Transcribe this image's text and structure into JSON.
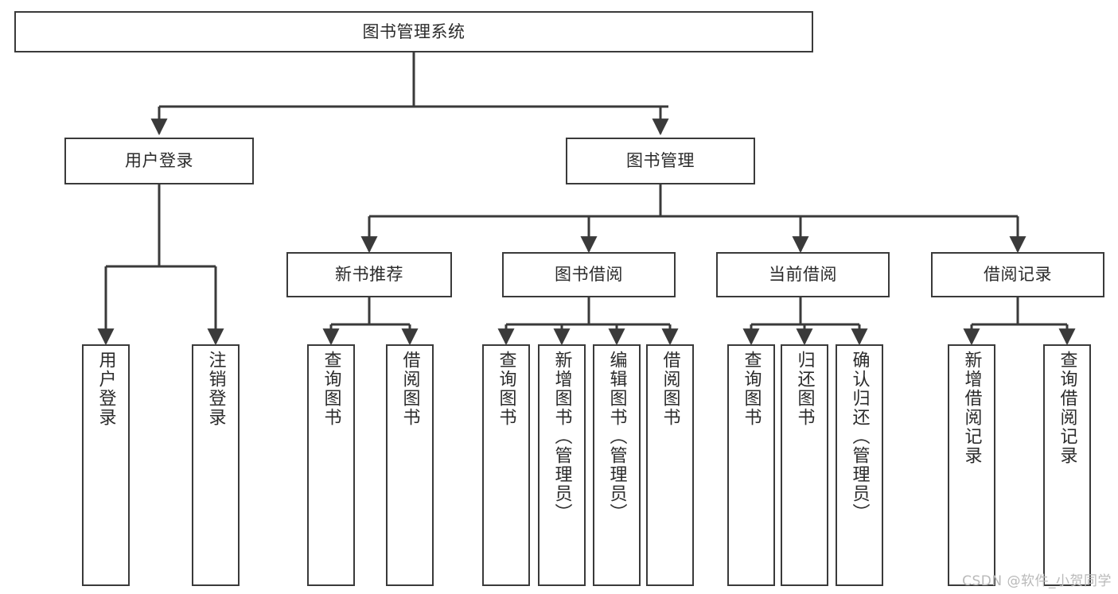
{
  "diagram": {
    "title": "图书管理系统",
    "type": "tree",
    "colors": {
      "background": "#ffffff",
      "border": "#3a3a3a",
      "text": "#2b2b2b",
      "connector": "#3a3a3a",
      "watermark": "#b9b9b9"
    },
    "nodes": {
      "root": {
        "label": "图书管理系统"
      },
      "level2": [
        {
          "label": "用户登录"
        },
        {
          "label": "图书管理"
        }
      ],
      "level3": [
        {
          "label": "新书推荐"
        },
        {
          "label": "图书借阅"
        },
        {
          "label": "当前借阅"
        },
        {
          "label": "借阅记录"
        }
      ],
      "leaves": {
        "user_login": [
          {
            "label": "用户登录"
          },
          {
            "label": "注销登录"
          }
        ],
        "new_book_recommend": [
          {
            "label": "查询图书"
          },
          {
            "label": "借阅图书"
          }
        ],
        "book_borrow": [
          {
            "label": "查询图书"
          },
          {
            "label": "新增图书（管理员）"
          },
          {
            "label": "编辑图书（管理员）"
          },
          {
            "label": "借阅图书"
          }
        ],
        "current_borrow": [
          {
            "label": "查询图书"
          },
          {
            "label": "归还图书"
          },
          {
            "label": "确认归还（管理员）"
          }
        ],
        "borrow_record": [
          {
            "label": "新增借阅记录"
          },
          {
            "label": "查询借阅记录"
          }
        ]
      }
    }
  },
  "watermark": {
    "text": "CSDN @软件_小贺同学"
  }
}
